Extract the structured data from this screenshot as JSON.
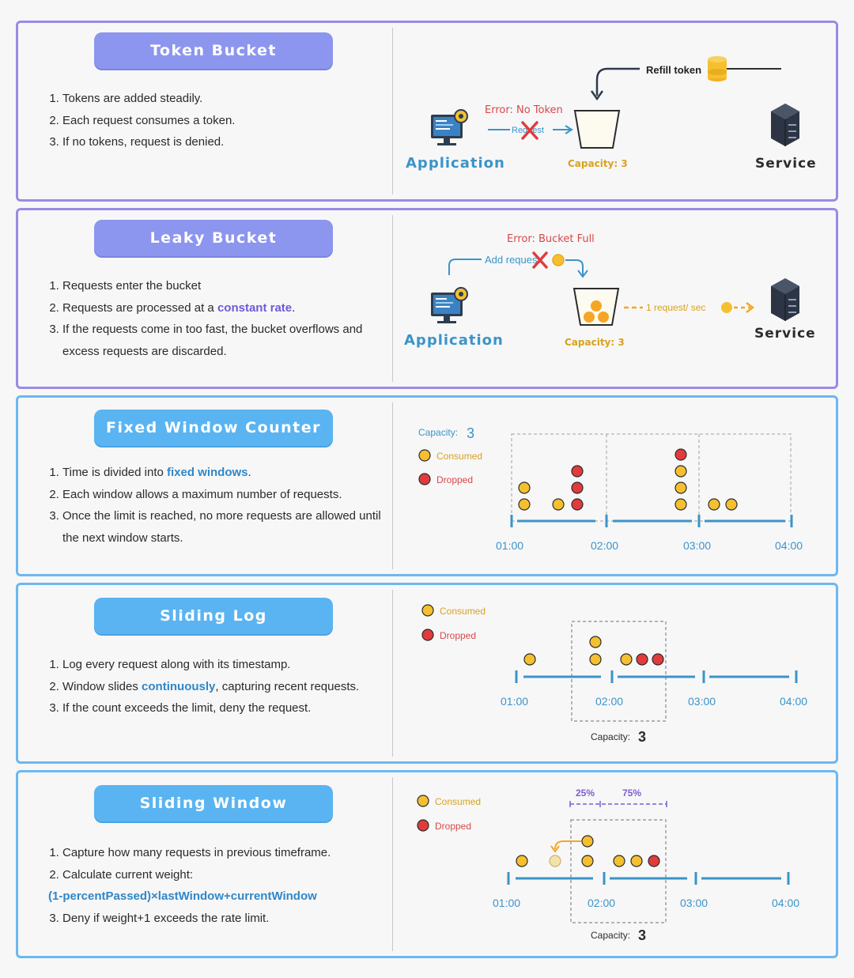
{
  "colors": {
    "purple_border": "#9a8be6",
    "blue_border": "#6cb8f0",
    "consumed": "#f5c02f",
    "dropped": "#e23b3b",
    "error_text": "#d94848",
    "app_label": "#3b94c8",
    "capacity_label": "#d8a21d"
  },
  "token_bucket": {
    "title": "Token Bucket",
    "steps": [
      "Tokens are added steadily.",
      "Each request consumes a token.",
      "If no tokens, request is denied."
    ],
    "diagram": {
      "refill": "Refill token",
      "error": "Error: No Token",
      "request": "Request",
      "application": "Application",
      "capacity": "Capacity: 3",
      "service": "Service"
    }
  },
  "leaky_bucket": {
    "title": "Leaky Bucket",
    "steps": [
      "Requests enter the bucket",
      "Requests are processed at a ",
      "constant rate",
      ".",
      "If the requests come in too fast, the bucket overflows and excess requests are discarded."
    ],
    "diagram": {
      "error": "Error: Bucket Full",
      "add_request": "Add request",
      "rate": "1 request/ sec",
      "application": "Application",
      "capacity": "Capacity: 3",
      "service": "Service"
    }
  },
  "fixed_window": {
    "title": "Fixed Window Counter",
    "steps": [
      "Time is divided into ",
      "fixed windows",
      ".",
      "Each window allows a maximum number of requests.",
      "Once the limit is reached, no more requests are allowed until the next window starts."
    ],
    "diagram": {
      "capacity_label": "Capacity:",
      "capacity_value": "3",
      "legend_consumed": "Consumed",
      "legend_dropped": "Dropped",
      "ticks": [
        "01:00",
        "02:00",
        "03:00",
        "04:00"
      ]
    }
  },
  "sliding_log": {
    "title": "Sliding Log",
    "steps": [
      "Log every request along with its timestamp.",
      "Window slides ",
      "continuously",
      ", capturing recent requests.",
      "If the count exceeds the limit, deny the request."
    ],
    "diagram": {
      "legend_consumed": "Consumed",
      "legend_dropped": "Dropped",
      "ticks": [
        "01:00",
        "02:00",
        "03:00",
        "04:00"
      ],
      "capacity_label": "Capacity:",
      "capacity_value": "3"
    }
  },
  "sliding_window": {
    "title": "Sliding Window",
    "steps": [
      "Capture how many requests in previous timeframe.",
      "Calculate current weight:",
      "(1-percentPassed)×lastWindow+currentWindow",
      "Deny if weight+1 exceeds the rate limit."
    ],
    "diagram": {
      "legend_consumed": "Consumed",
      "legend_dropped": "Dropped",
      "pct_left": "25%",
      "pct_right": "75%",
      "ticks": [
        "01:00",
        "02:00",
        "03:00",
        "04:00"
      ],
      "capacity_label": "Capacity:",
      "capacity_value": "3"
    }
  }
}
